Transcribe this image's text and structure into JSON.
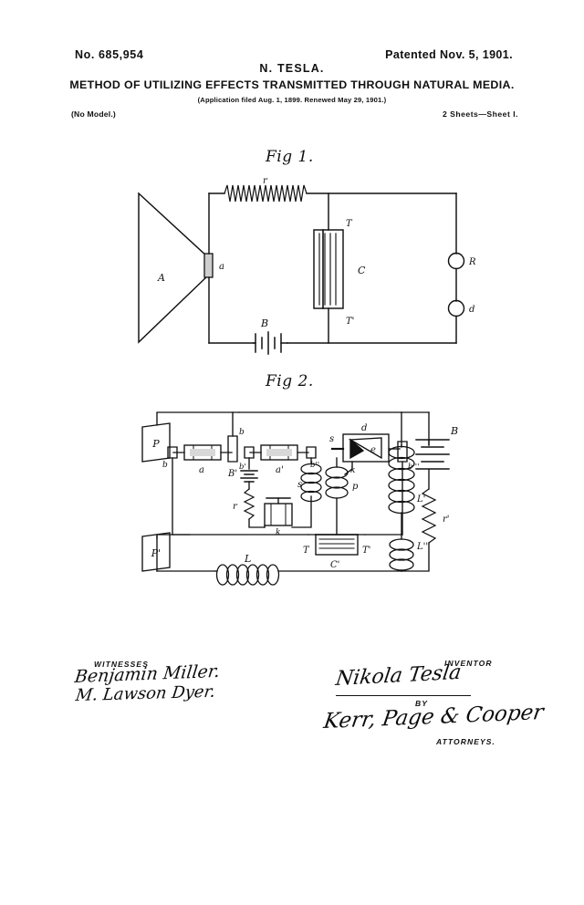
{
  "document": {
    "patent_number": "No. 685,954",
    "patented_date": "Patented Nov. 5, 1901.",
    "inventor_name": "N. TESLA.",
    "title": "METHOD OF UTILIZING EFFECTS TRANSMITTED THROUGH NATURAL MEDIA.",
    "application_line": "(Application filed Aug. 1, 1899.  Renewed May 29, 1901.)",
    "model_note": "(No Model.)",
    "sheets_note": "2 Sheets—Sheet I."
  },
  "figures": [
    {
      "caption": "Fig 1.",
      "labels": {
        "antenna": "A",
        "spark_gap": "a",
        "coil": "r",
        "condenser_top_terminal": "T",
        "condenser": "C",
        "condenser_bottom_terminal": "T'",
        "battery": "B",
        "terminal_upper": "R",
        "terminal_lower": "d"
      }
    },
    {
      "caption": "Fig 2.",
      "labels": {
        "plate_upper": "P",
        "plate_lower": "P'",
        "contact_b": "b",
        "contact_b_left": "b",
        "device_a": "a",
        "contact_b_prime": "b'",
        "device_a_prime": "a'",
        "contact_b_dprime": "b''",
        "battery_b_prime": "B'",
        "resistor_r": "r",
        "relay_k": "k",
        "coil_s_left": "s",
        "coil_s": "s",
        "coil_p": "p",
        "triangle_top": "d",
        "triangle_body": "e",
        "triangle_armature": "k",
        "contact_b_tprime": "b'''",
        "coil_L_prime": "L'",
        "battery_B": "B",
        "resistor_r_prime": "r'",
        "coil_L_dprime": "L''",
        "terminal_T": "T",
        "condenser_C_prime": "C'",
        "terminal_T_prime": "T'",
        "coil_L": "L"
      }
    }
  ],
  "signature_block": {
    "witnesses_heading": "WITNESSES",
    "witness_names": [
      "Benjamin Miller.",
      "M. Lawson Dyer."
    ],
    "inventor_heading": "INVENTOR",
    "inventor_signature": "Nikola Tesla",
    "by_heading": "BY",
    "attorney_signature": "Kerr, Page & Cooper",
    "attorneys_heading": "ATTORNEYS."
  },
  "colors": {
    "ink": "#111111",
    "paper": "#ffffff"
  }
}
